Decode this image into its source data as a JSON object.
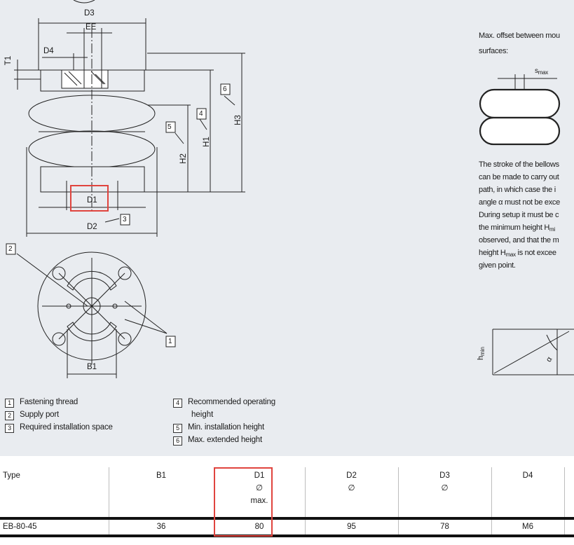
{
  "drawing": {
    "dims": {
      "D3": "D3",
      "EE": "EE",
      "D4": "D4",
      "T1": "T1",
      "H1": "H1",
      "H2": "H2",
      "H3": "H3",
      "D1": "D1",
      "D2": "D2",
      "B1": "B1"
    },
    "callouts": [
      "1",
      "2",
      "3",
      "4",
      "5",
      "6"
    ]
  },
  "offset": {
    "line1": "Max. offset between mou",
    "line2": "surfaces:",
    "s_label": "s",
    "s_sub": "max"
  },
  "stroke_text": [
    "The stroke of the bellows",
    "can be made to carry out",
    "path, in which case the i",
    "angle α must not be exce",
    "During setup it must be c",
    "the minimum height H",
    "observed, and that the m",
    "height H",
    "given point."
  ],
  "stroke_subs": {
    "hmin_part": "mi",
    "hmax_sub": "max",
    "hmax_rest": " is not excee"
  },
  "angle_fig": {
    "hmin": "h",
    "hmin_sub": "min",
    "alpha": "α"
  },
  "legend": [
    {
      "num": "1",
      "text": "Fastening thread"
    },
    {
      "num": "2",
      "text": "Supply port"
    },
    {
      "num": "3",
      "text": "Required installation space"
    },
    {
      "num": "4",
      "text": "Recommended operating"
    },
    {
      "num": "5",
      "text": "Min. installation height"
    },
    {
      "num": "6",
      "text": "Max. extended height"
    }
  ],
  "legend_cont": "height",
  "table": {
    "headers": [
      {
        "lines": [
          "Type"
        ]
      },
      {
        "lines": [
          "B1"
        ]
      },
      {
        "lines": [
          "D1",
          "∅",
          "max."
        ]
      },
      {
        "lines": [
          "D2",
          "∅"
        ]
      },
      {
        "lines": [
          "D3",
          "∅"
        ]
      },
      {
        "lines": [
          "D4"
        ]
      },
      {
        "lines": [
          ""
        ]
      }
    ],
    "rows": [
      [
        "EB-80-45",
        "36",
        "80",
        "95",
        "78",
        "M6",
        ""
      ]
    ]
  },
  "colors": {
    "highlight": "#e0443e",
    "background": "#e9ecf0",
    "ink": "#1a1a1a"
  }
}
